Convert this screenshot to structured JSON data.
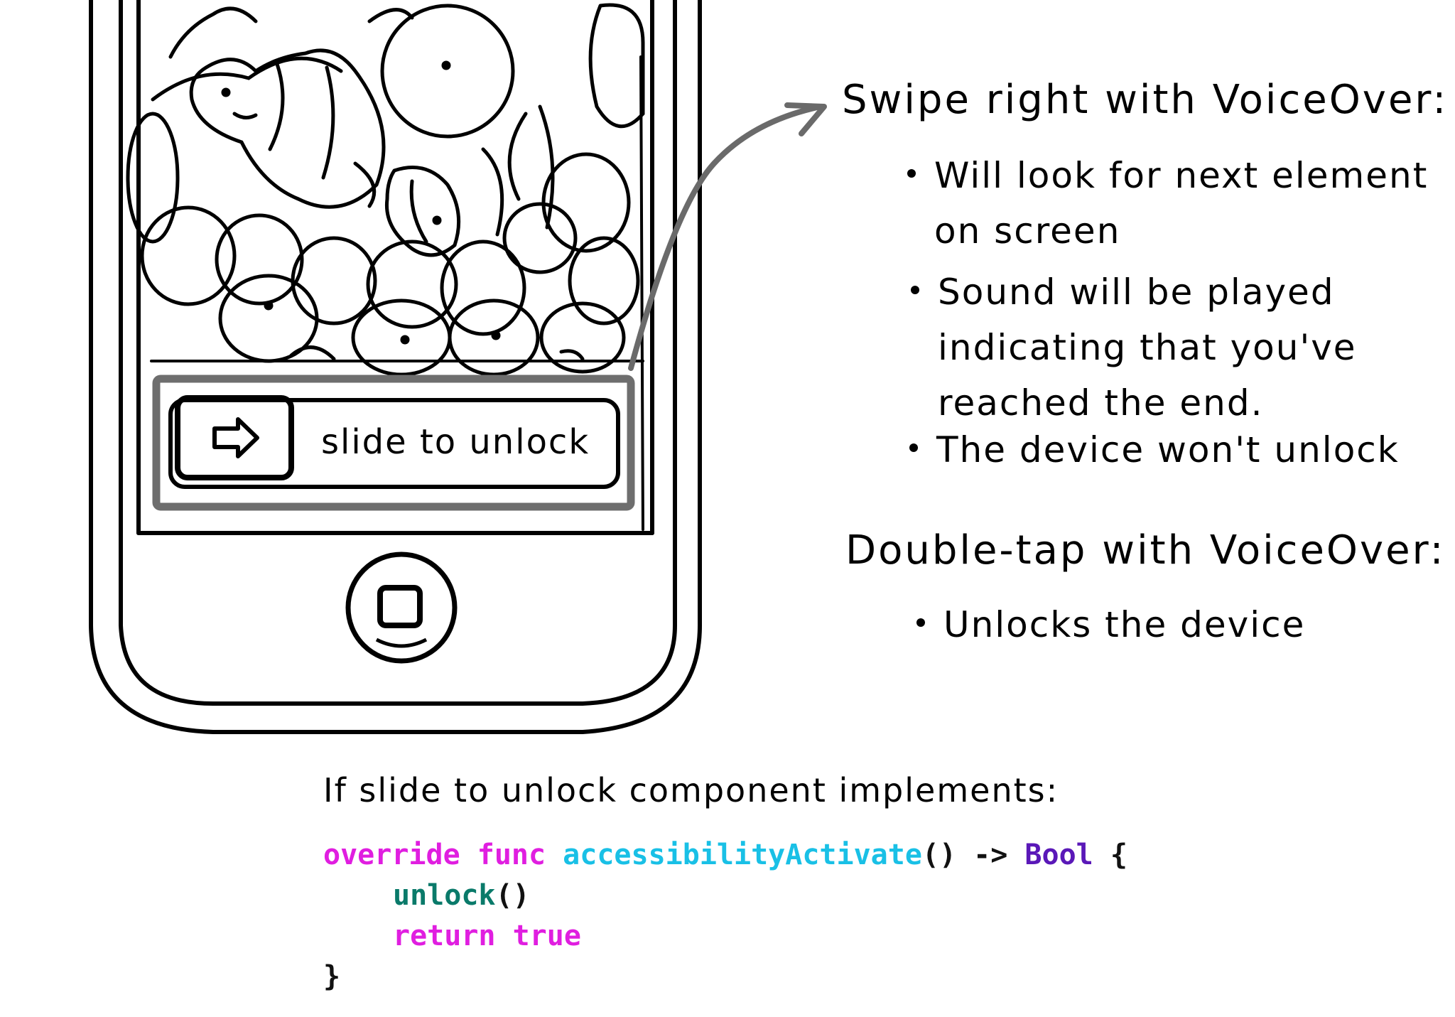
{
  "phone": {
    "slider_label": "slide to unlock",
    "slider_icon": "right-arrow-icon",
    "home_button_icon": "home-button-icon",
    "wallpaper": "clownfish-anemone-sketch"
  },
  "annotations": {
    "swipe_heading": "Swipe right with VoiceOver:",
    "swipe_bullets": [
      {
        "line1": "Will look for next element",
        "line2": "on screen"
      },
      {
        "line1": "Sound will be played",
        "line2": "indicating that you've",
        "line3": "reached the end."
      },
      {
        "line1": "The device won't unlock"
      }
    ],
    "doubletap_heading": "Double-tap with VoiceOver:",
    "doubletap_bullets": [
      {
        "line1": "Unlocks the device"
      }
    ]
  },
  "code": {
    "intro": "If slide to unlock component implements:",
    "kw_override": "override",
    "kw_func": "func",
    "method_name": "accessibilityActivate",
    "parens": "()",
    "arrow": " -> ",
    "return_type": "Bool",
    "open_brace": " {",
    "call_name": "unlock",
    "call_parens": "()",
    "kw_return": "return",
    "kw_true": "true",
    "close_brace": "}",
    "colors": {
      "keyword": "#e01ee0",
      "method": "#19c0e6",
      "type": "#5a18b8",
      "call": "#0a7a6a",
      "plain": "#111111"
    }
  },
  "colors": {
    "ink": "#000000",
    "highlight": "#6e6e6e",
    "arrow": "#6a6a6a"
  }
}
